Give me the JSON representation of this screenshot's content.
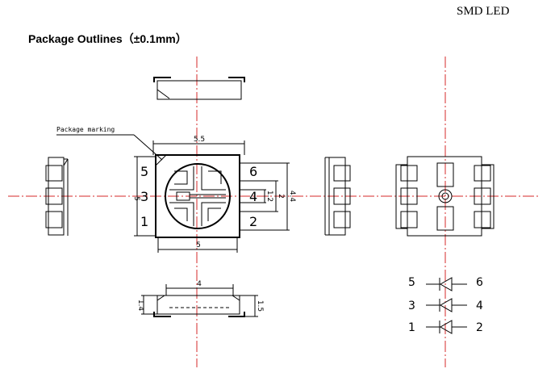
{
  "header": {
    "title": "SMD  LED",
    "section_title": "Package Outlines（±0.1mm）"
  },
  "annotations": {
    "package_marking": "Package marking"
  },
  "dimensions": {
    "top_width": "5.5",
    "bottom_width": "5",
    "left_height": "5",
    "pin_pitch": "1.2",
    "pad_span": "2",
    "overall_span": "4.4",
    "side_length": "4",
    "side_height_left": "1.4",
    "side_height_right": "1.5"
  },
  "pins": {
    "left_top": "5",
    "left_mid": "3",
    "left_bot": "1",
    "right_top": "6",
    "right_mid": "4",
    "right_bot": "2"
  },
  "schematic": {
    "rows": [
      {
        "anode": "5",
        "cathode": "6"
      },
      {
        "anode": "3",
        "cathode": "4"
      },
      {
        "anode": "1",
        "cathode": "2"
      }
    ]
  }
}
